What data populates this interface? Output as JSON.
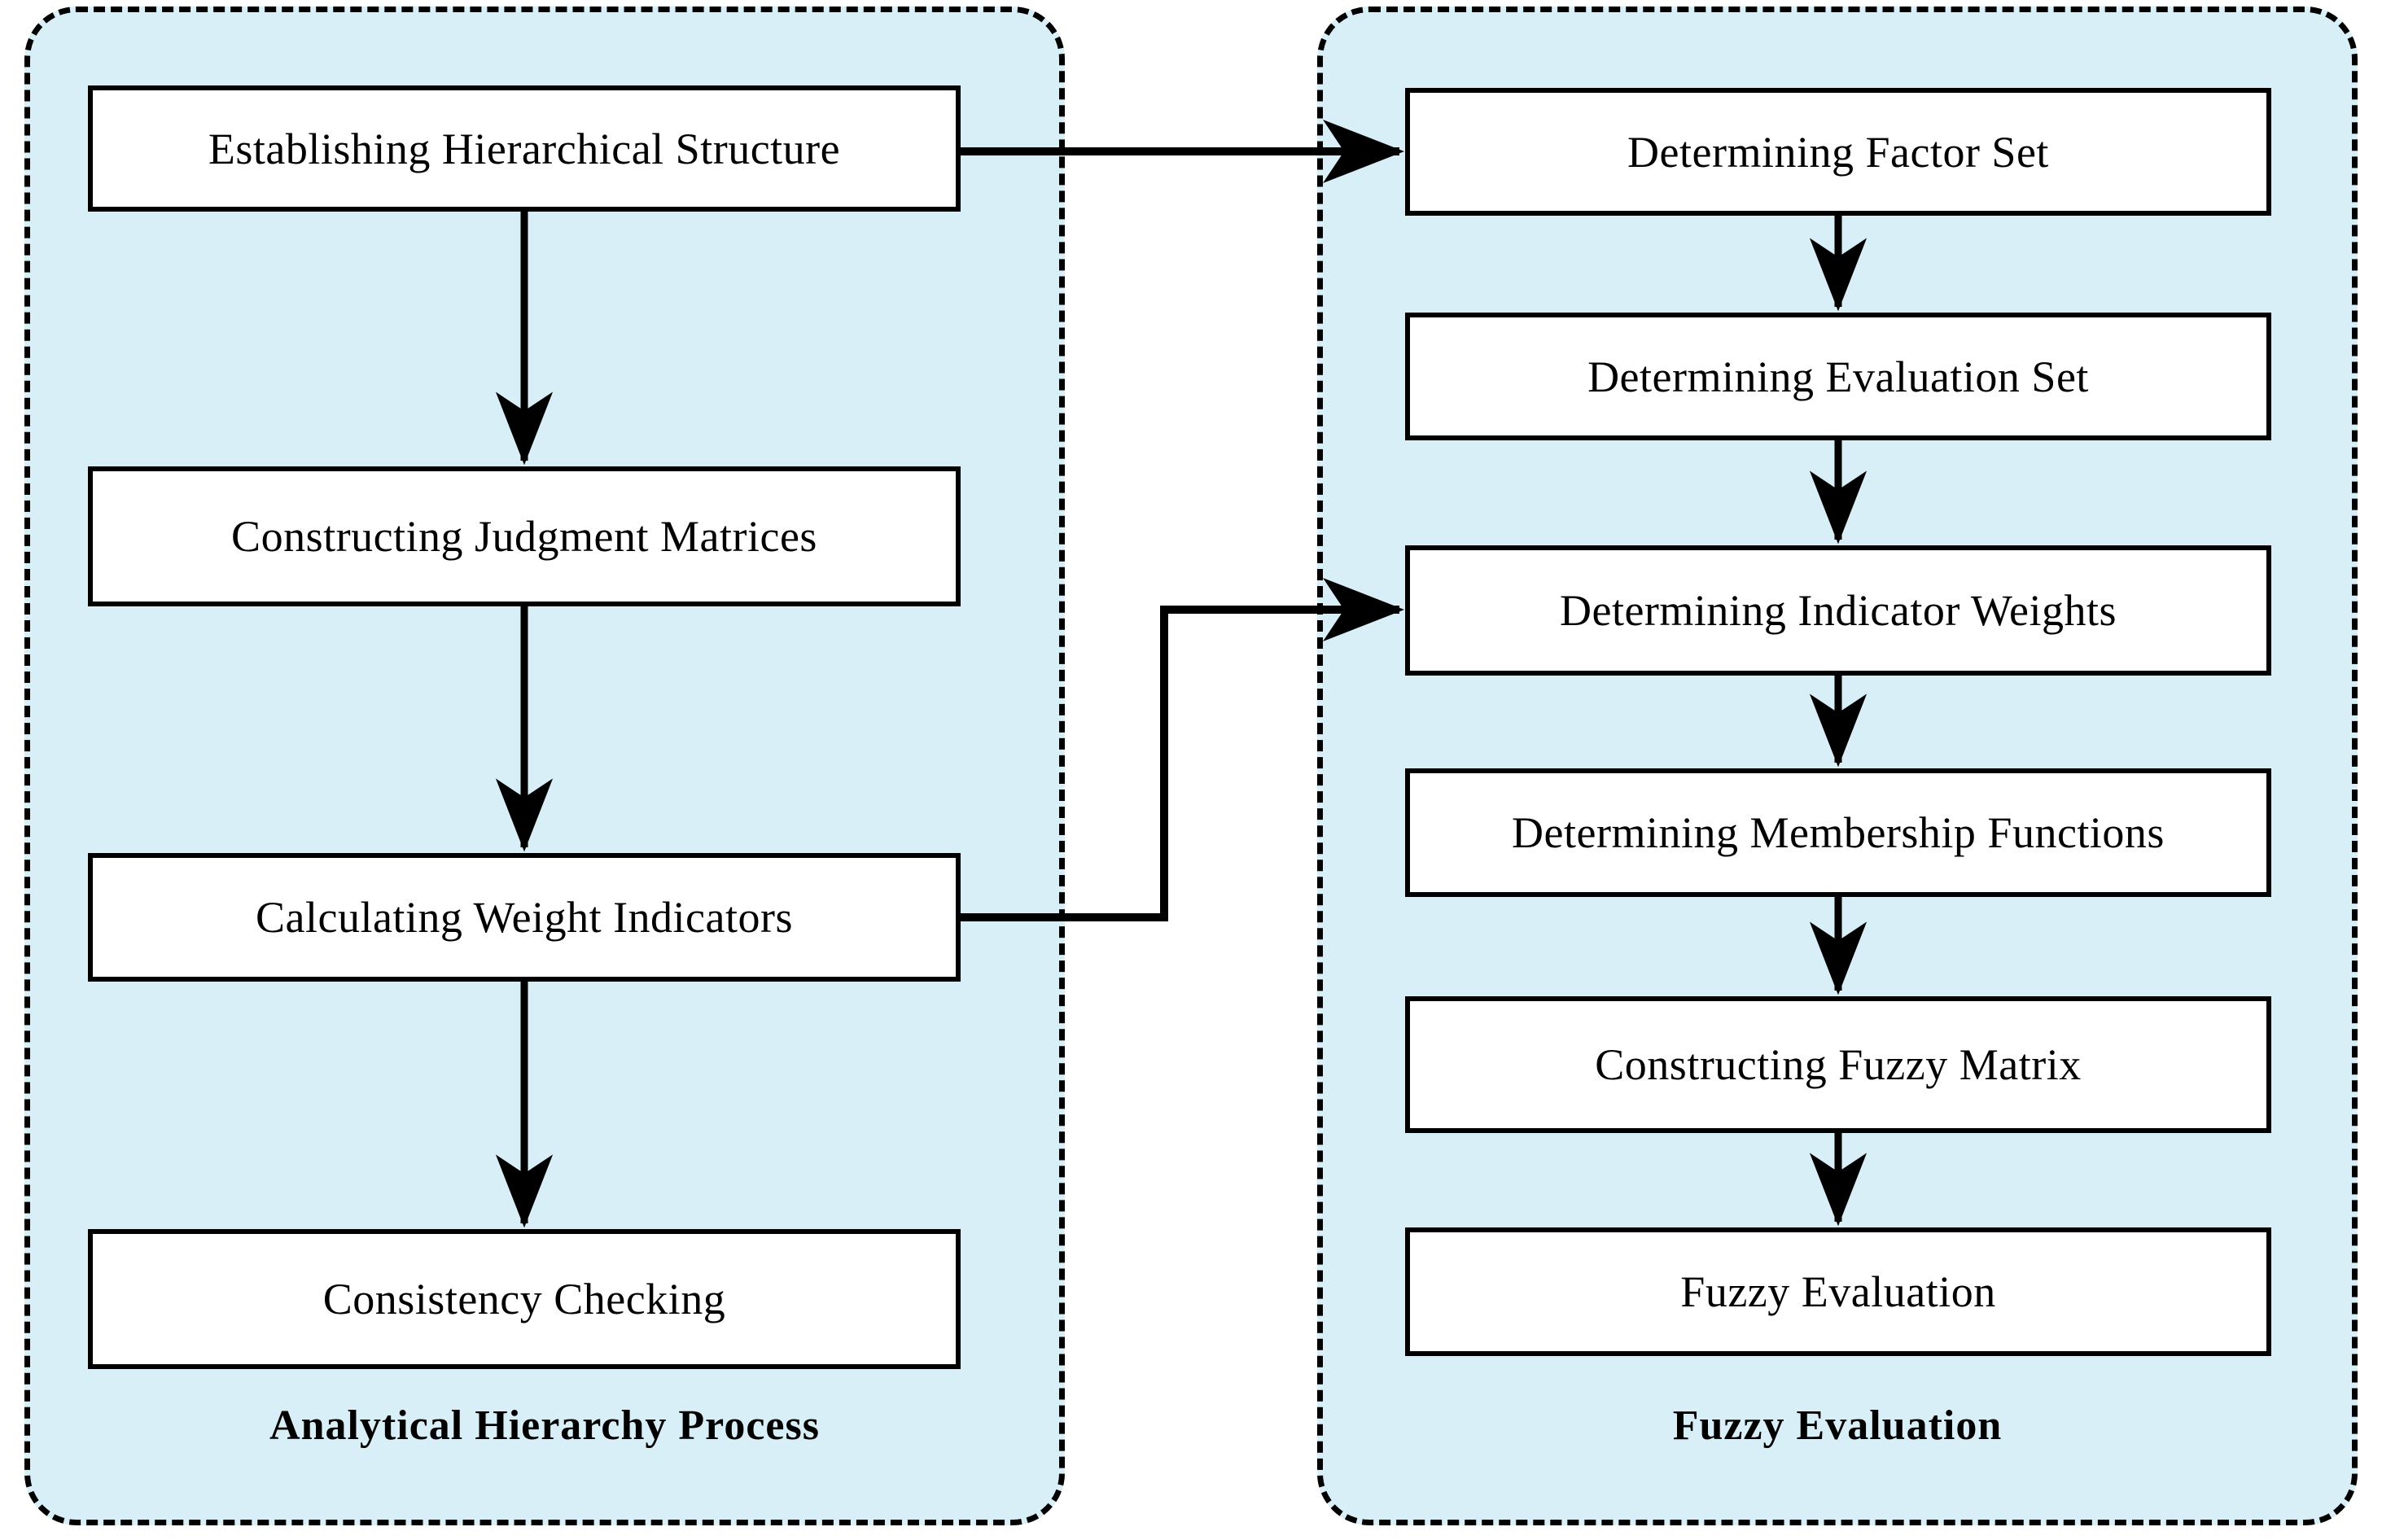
{
  "diagram": {
    "title_left": "Analytical Hierarchy Process",
    "title_right": "Fuzzy Evaluation",
    "colors": {
      "panel_fill": "#d9eff8",
      "panel_border": "#000000",
      "node_fill": "#ffffff",
      "node_border": "#000000",
      "arrow": "#000000",
      "canvas": "#ffffff"
    }
  },
  "panels": [
    {
      "id": "ahp",
      "label": "Analytical Hierarchy Process",
      "nodes": [
        {
          "id": "ahp-1",
          "label": "Establishing Hierarchical Structure"
        },
        {
          "id": "ahp-2",
          "label": "Constructing Judgment Matrices"
        },
        {
          "id": "ahp-3",
          "label": "Calculating Weight Indicators"
        },
        {
          "id": "ahp-4",
          "label": "Consistency Checking"
        }
      ]
    },
    {
      "id": "fuzzy",
      "label": "Fuzzy Evaluation",
      "nodes": [
        {
          "id": "fz-1",
          "label": "Determining Factor Set"
        },
        {
          "id": "fz-2",
          "label": "Determining Evaluation Set"
        },
        {
          "id": "fz-3",
          "label": "Determining Indicator Weights"
        },
        {
          "id": "fz-4",
          "label": "Determining Membership Functions"
        },
        {
          "id": "fz-5",
          "label": "Constructing Fuzzy Matrix"
        },
        {
          "id": "fz-6",
          "label": "Fuzzy Evaluation"
        }
      ]
    }
  ],
  "edges": [
    {
      "from": "ahp-1",
      "to": "ahp-2",
      "kind": "vertical-arrow"
    },
    {
      "from": "ahp-2",
      "to": "ahp-3",
      "kind": "vertical-arrow"
    },
    {
      "from": "ahp-3",
      "to": "ahp-4",
      "kind": "vertical-arrow"
    },
    {
      "from": "ahp-1",
      "to": "fz-1",
      "kind": "horizontal-arrow"
    },
    {
      "from": "ahp-3",
      "to": "fz-3",
      "kind": "elbow-arrow"
    },
    {
      "from": "fz-1",
      "to": "fz-2",
      "kind": "vertical-arrow"
    },
    {
      "from": "fz-2",
      "to": "fz-3",
      "kind": "vertical-arrow"
    },
    {
      "from": "fz-3",
      "to": "fz-4",
      "kind": "vertical-arrow"
    },
    {
      "from": "fz-4",
      "to": "fz-5",
      "kind": "vertical-arrow"
    },
    {
      "from": "fz-5",
      "to": "fz-6",
      "kind": "vertical-arrow"
    }
  ]
}
